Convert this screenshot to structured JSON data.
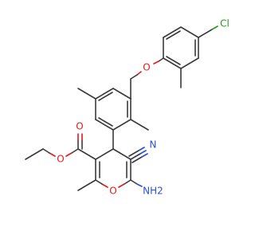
{
  "molecule": {
    "atoms": {
      "chlorine": "Cl",
      "ether_oxygen": "O",
      "ester_carbonyl_oxygen": "O",
      "ester_oxygen": "O",
      "pyran_oxygen": "O",
      "nitrile_nitrogen": "N",
      "amine": "NH2"
    },
    "colors": {
      "bond": "#3a3a3a",
      "oxygen": "#e31a1c",
      "nitrogen": "#2c4fd8",
      "chlorine": "#1f9a1f"
    }
  }
}
